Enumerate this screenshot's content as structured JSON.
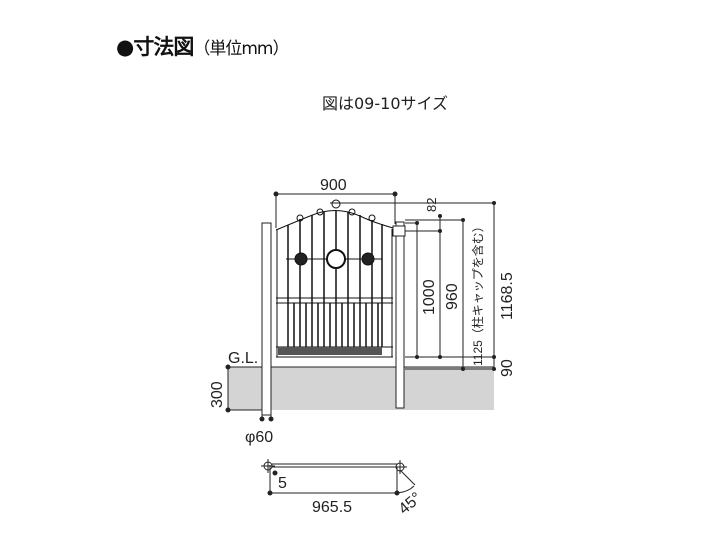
{
  "title": {
    "main": "●寸法図",
    "unit": "（単位mm）"
  },
  "caption": "図は09-10サイズ",
  "dimensions": {
    "width": "900",
    "top_offset": "82",
    "gate_height": "1000",
    "panel_height": "960",
    "post_height": "1125（柱キャップを含む）",
    "total_height": "1168.5",
    "bottom_gap": "90",
    "embed_depth": "300",
    "ground_level": "G.L.",
    "post_diameter": "φ60",
    "plan_offset": "5",
    "plan_width": "965.5",
    "swing_angle": "45°"
  },
  "colors": {
    "ground": "#d4d4d4",
    "line": "#222222"
  }
}
